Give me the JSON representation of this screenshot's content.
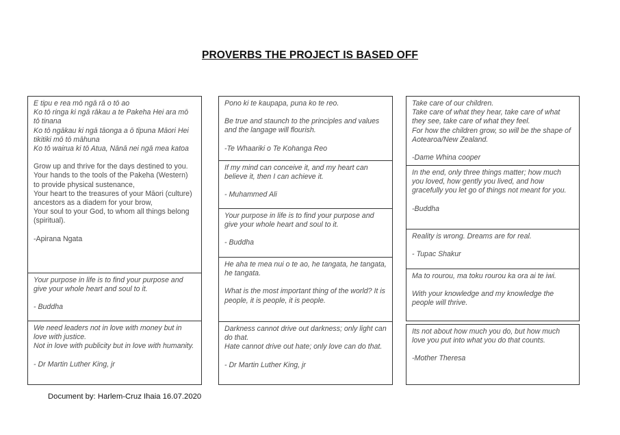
{
  "title": "PROVERBS THE PROJECT IS BASED OFF",
  "columns": [
    [
      {
        "maori": "E tipu e rea mō ngā rā o tō ao\nKo tō ringa ki ngā rākau a te Pakeha Hei ara mō tō tinana\nKo tō ngākau ki ngā tāonga a ō tīpuna Māori Hei tikitiki mō tō māhuna\nKo tō wairua ki tō Atua, Nānā nei ngā mea katoa",
        "english": "Grow up and thrive for the days destined to you.\nYour hands to the tools of the Pakeha (Western)  to provide physical sustenance,\nYour heart to the treasures of your Māori (culture) ancestors as a diadem for your brow,\nYour soul to your God, to whom all things belong (spiritual).",
        "author": "-Apirana Ngata"
      },
      {
        "quote": "Your purpose in life is to find your purpose and give your whole heart and soul to it.",
        "author": "- Buddha"
      },
      {
        "quote": "We need leaders not in love with money but in love with justice.\nNot in love with publicity but in love with humanity.",
        "author": "- Dr Martin Luther King, jr"
      }
    ],
    [
      {
        "quote": "Pono ki te kaupapa, puna ko te reo.",
        "quote2": "Be true and staunch to the principles and values and the langage will flourish.",
        "author": "-Te Whaariki o Te Kohanga Reo"
      },
      {
        "quote": "If my mind can conceive it, and my heart can believe it, then I can achieve it.",
        "author": "- Muhammed Ali"
      },
      {
        "quote": "Your purpose in life is to find your purpose and give your whole heart and soul to it.",
        "author": "- Buddha"
      },
      {
        "quote": "He aha te mea nui o te ao, he tangata, he tangata, he tangata.",
        "quote2": "What is the most important thing of the world?  It is people, it is people, it is people."
      },
      {
        "quote": "Darkness cannot drive out darkness; only light can do that.\nHate cannot drive out hate; only love can do that.",
        "author": "- Dr Martin Luther King, jr"
      }
    ],
    [
      {
        "quote": "Take care of our children.\nTake care of what they hear, take care of what they see, take care of what they feel.\nFor how the children grow, so will be the shape of Aotearoa/New Zealand.",
        "author": "-Dame Whina cooper"
      },
      {
        "quote": "In the end, only three things matter; how much you loved, how gently you lived, and how gracefully you let go of things not meant for you.",
        "author": "-Buddha"
      },
      {
        "quote": "Reality is wrong.  Dreams are for real.",
        "author": "- Tupac Shakur"
      },
      {
        "quote": "Ma to rourou, ma toku rourou ka ora ai te iwi.",
        "quote2": "With your knowledge and my knowledge the people will thrive."
      },
      {
        "quote": "Its not about how much you do, but how much love you put into what you do that counts.",
        "author": "-Mother Theresa"
      }
    ]
  ],
  "footer": "Document by: Harlem-Cruz Ihaia 16.07.2020"
}
